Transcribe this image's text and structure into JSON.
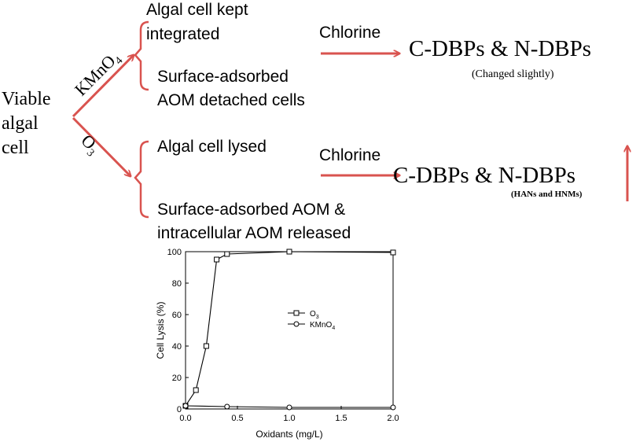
{
  "colors": {
    "arrow": "#d9534f",
    "text": "#000000",
    "axis": "#000000"
  },
  "start": {
    "lines": [
      "Viable",
      "algal",
      "cell"
    ]
  },
  "branches": [
    {
      "oxidant_label": "KMnO",
      "oxidant_sub": "4",
      "effects": [
        {
          "lines": [
            "Algal cell kept",
            "integrated"
          ]
        },
        {
          "lines": [
            "Surface-adsorbed",
            "AOM detached cells"
          ]
        }
      ],
      "reagent": "Chlorine",
      "product": "C-DBPs & N-DBPs",
      "note": "(Changed slightly)"
    },
    {
      "oxidant_label": "O",
      "oxidant_sub": "3",
      "effects": [
        {
          "lines": [
            "Algal cell lysed"
          ]
        },
        {
          "lines": [
            "Surface-adsorbed AOM &",
            "intracellular AOM released"
          ]
        }
      ],
      "reagent": "Chlorine",
      "product": "C-DBPs & N-DBPs",
      "note": "(HANs and HNMs)",
      "trend_icon": "up-arrow-icon"
    }
  ],
  "chart_data": {
    "type": "line",
    "xlabel": "Oxidants (mg/L)",
    "ylabel": "Cell Lysis (%)",
    "xlim": [
      0,
      2.0
    ],
    "ylim": [
      0,
      100
    ],
    "xticks": [
      "0.0",
      "0.5",
      "1.0",
      "1.5",
      "2.0"
    ],
    "yticks": [
      "0",
      "20",
      "40",
      "60",
      "80",
      "100"
    ],
    "legend_position": "center-right",
    "series": [
      {
        "name": "O",
        "name_sub": "3",
        "marker": "square",
        "x": [
          0,
          0.1,
          0.2,
          0.3,
          0.4,
          1.0,
          2.0
        ],
        "y": [
          2,
          12,
          40,
          95,
          98.5,
          100,
          99.5
        ]
      },
      {
        "name": "KMnO",
        "name_sub": "4",
        "marker": "circle",
        "x": [
          0,
          0.4,
          1.0,
          2.0
        ],
        "y": [
          2,
          1.5,
          1,
          1
        ]
      }
    ]
  }
}
